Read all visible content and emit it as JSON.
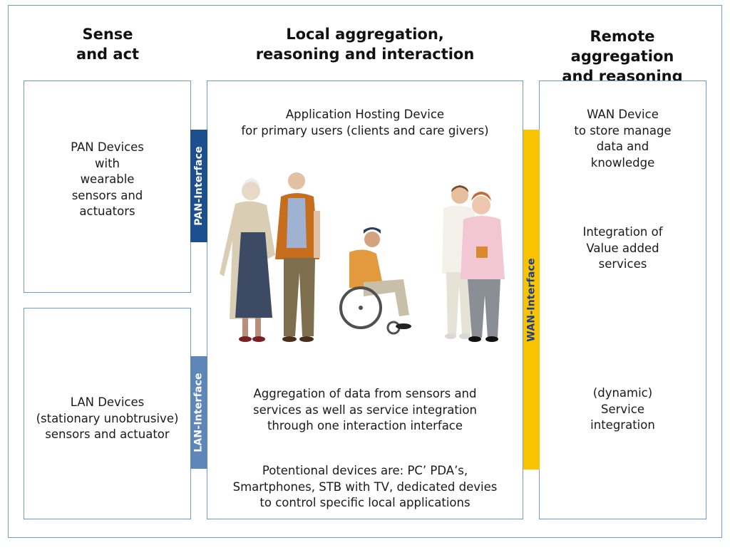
{
  "columns": {
    "sense": {
      "title": "Sense\nand act"
    },
    "local": {
      "title": "Local aggregation,\nreasoning and interaction"
    },
    "remote": {
      "title": "Remote aggregation\nand reasoning"
    }
  },
  "sense_boxes": {
    "pan": {
      "text": "PAN Devices\nwith\nwearable\nsensors and\nactuators"
    },
    "lan": {
      "text": "LAN Devices\n(stationary unobtrusive)\nsensors and actuator"
    }
  },
  "interfaces": {
    "pan": "PAN-Interface",
    "lan": "LAN-Interface",
    "wan": "WAN-Interface"
  },
  "local_box": {
    "hosting": "Application Hosting Device\nfor primary users (clients and care givers)",
    "aggregation": "Aggregation of data from sensors and\nservices as well as service integration\nthrough one interaction interface",
    "devices": "Potentional devices are: PC’ PDA’s,\nSmartphones, STB with TV, dedicated devies\nto control specific local applications"
  },
  "remote_box": {
    "wan_device": "WAN Device\nto store manage\ndata and\nknowledge",
    "integration": "Integration of\nValue added\nservices",
    "dynamic": "(dynamic)\nService\nintegration"
  },
  "colors": {
    "border": "#6f9cc8",
    "pan_interface": "#1d4f8f",
    "lan_interface": "#5f86b8",
    "wan_interface": "#f8c300",
    "wan_text": "#1d3f8a"
  }
}
